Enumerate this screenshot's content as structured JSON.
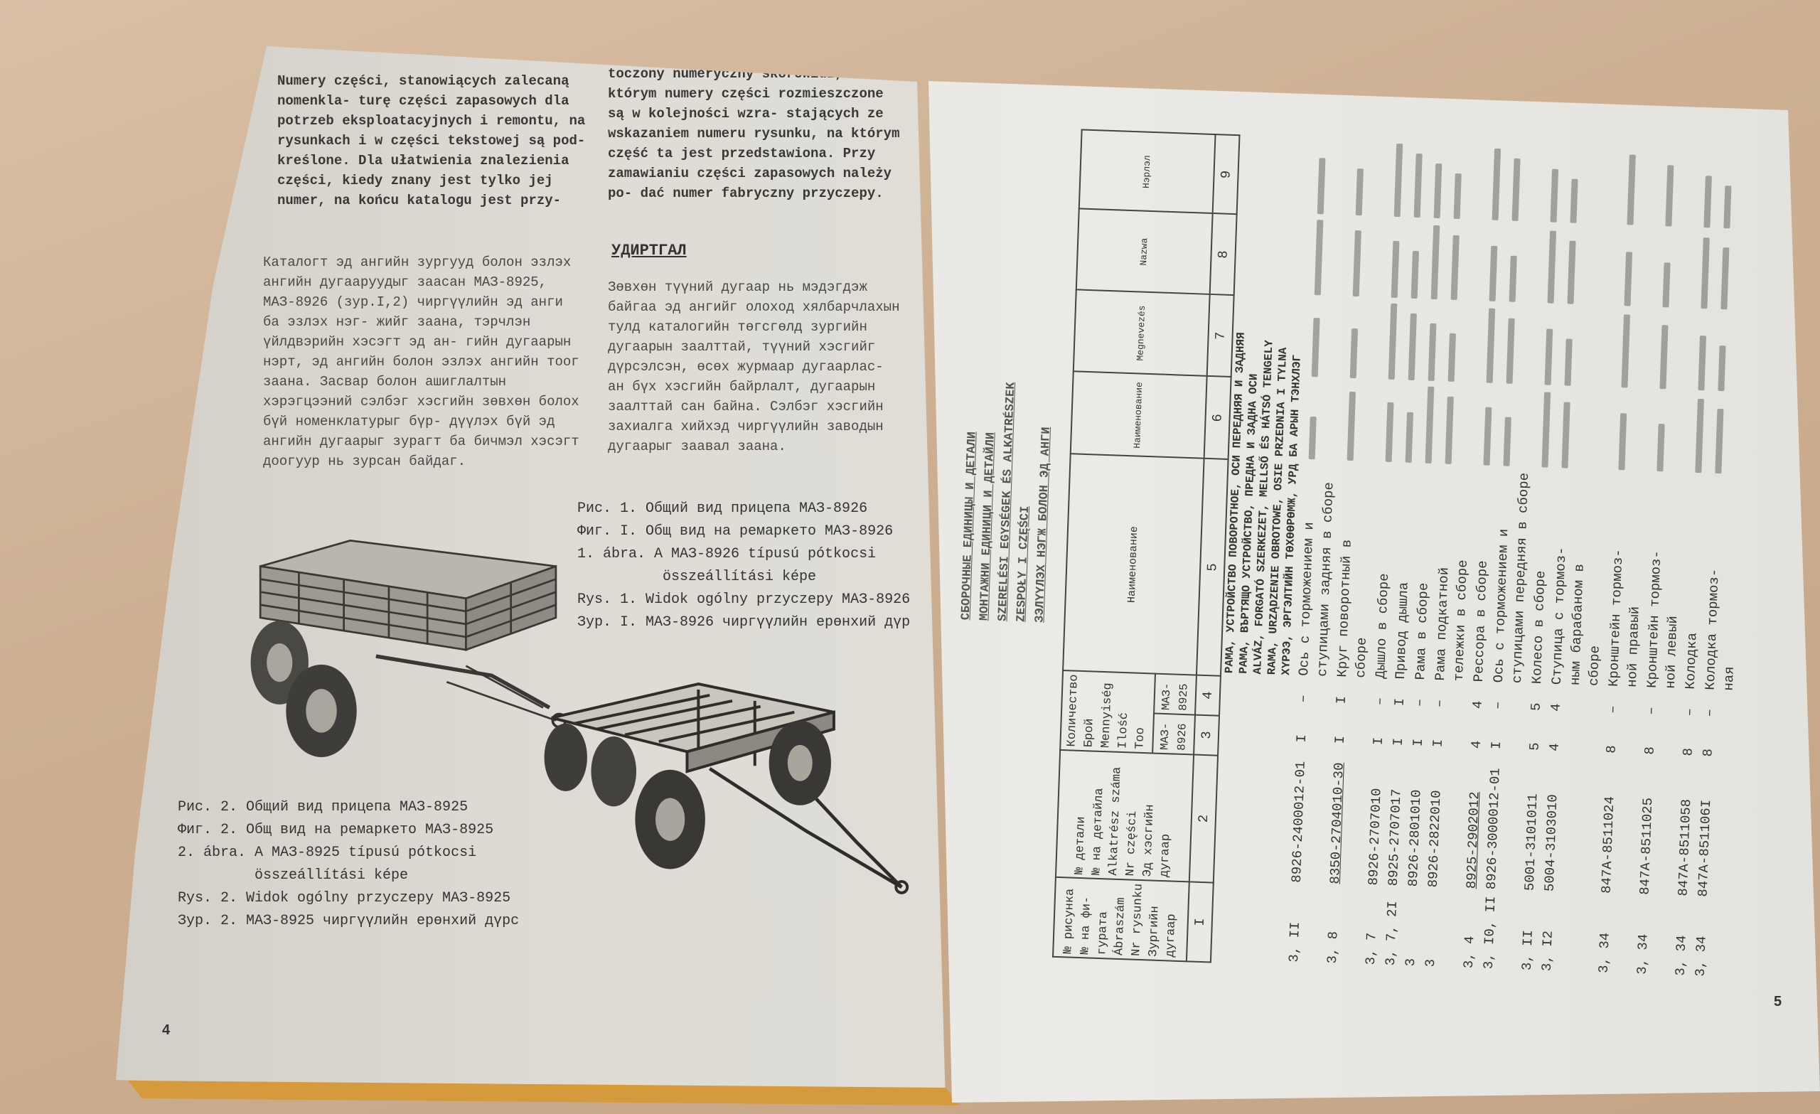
{
  "left_page": {
    "polish_left": "Numery części, stanowiących zalecaną nomenkla-\nturę części zapasowych dla potrzeb eksploatacyjnych\ni remontu, na rysunkach i w części tekstowej są pod-\nkreślone.\n   Dla ułatwienia znalezienia części, kiedy znany\njest tylko jej numer, na końcu katalogu jest przy-",
    "polish_right": "toczony numeryczny skorowidz, w którym numery\nczęści rozmieszczone są w kolejności wzra-\nstających ze wskazaniem numeru rysunku, na którym\nczęść ta jest przedstawiona.\n   Przy zamawianiu części zapasowych należy po-\ndać numer fabryczny przyczepy.",
    "heading": "УДИРТГАЛ",
    "mongolian_left": "   Каталогт эд ангийн зургууд болон эзлэх\nангийн дугааруудыг заасан МАЗ-8925, МАЗ-8926\n(зур.I,2) чиргүүлийн эд анги ба эзлэх нэг-\nжийг заана, тэрчлэн үйлдвэрийн хэсэгт эд ан-\nгийн дугаарын нэрт, эд ангийн болон эзлэх\nангийн тоог заана.\n   Засвар болон ашиглалтын хэрэгцээний сэлбэг\nхэсгийн зөвхөн болох бүй номенклатурыг бүр-\nдүүлэх бүй эд ангийн дугаарыг зурагт ба   бичмэл\nхэсэгт доогуур нь зурсан байдаг.",
    "mongolian_right": "   Зөвхөн түүний дугаар нь мэдэгдэж байгаа эд\nангийг олоход хялбарчлахын тулд каталогийн\nтөгсгөлд зургийн дугаарын заалттай, түүний\nхэсгийг дүрсэлсэн, өсөх журмаар дугаарлас-\nан бүх хэсгийн байрлалт, дугаарын заалттай\nсан байна.\n   Сэлбэг хэсгийн захиалга   хийхэд чиргүүлийн\nзаводын дугаарыг заавал заана.",
    "caption1": [
      "Рис. 1. Общий вид прицепа МАЗ-8926",
      "Фиг. I. Общ вид на ремаркето МАЗ-8926",
      "1. ábra. A МАЗ-8926 típusú pótkocsi",
      "          összeállítási képe",
      "Rys. 1. Widok ogólny przyczepy МАЗ-8926",
      "Зур. I. МАЗ-8926 чиргүүлийн ерөнхий дүр"
    ],
    "caption2": [
      "Рис. 2. Общий вид прицепа МАЗ-8925",
      "Фиг. 2. Общ вид на ремаркето МАЗ-8925",
      "2. ábra. A МАЗ-8925 típusú pótkocsi",
      "         összeállítási képe",
      "Rys. 2. Widok ogólny przyczepy МАЗ-8925",
      "Зур. 2. МАЗ-8925 чиргүүлийн ерөнхий дүрс"
    ],
    "page_number": "4"
  },
  "right_page": {
    "titles": [
      "СБОРОЧНЫЕ ЕДИНИЦЫ И ДЕТАЛИ",
      "МОНТАЖНИ ЕДИНИЦИ И ДЕТАЙЛИ",
      "SZERELÉSI EGYSÉGEK ÉS ALKATRÉSZEK",
      "ZESPOŁY I CZĘŚCI",
      "ЗЭЛҮҮЛЭХ НЭГЖ БОЛОН ЭД АНГИ"
    ],
    "headers": {
      "fig_no": "№ рисунка\n№ на фи-\nгурата\nÁbraszám\nNr rysunku\nЗургийн\nдугаар",
      "part_no": "№ детали\n№ на детайла\nAlkatrész száma\nNr części\nЭд хэсгийн\nдугаар",
      "quantity": "Количество",
      "quantity_sub": "Брой\nMennyiség\nIlość\nТоо",
      "maz8926": "МАЗ-\n8926",
      "maz8925": "МАЗ-\n8925",
      "name_ru": "Наименование",
      "name_bg": "Наименование",
      "name_hu": "Megnevezés",
      "name_pl": "Nazwa",
      "name_mn": "Нэрлэл",
      "col_numbers": [
        "I",
        "2",
        "3",
        "4",
        "5",
        "6",
        "7",
        "8",
        "9"
      ]
    },
    "section_header": "РАМА, УСТРОЙСТВО ПОВОРОТНОЕ, ОСИ ПЕРЕДНЯЯ И ЗАДНЯЯ\nРАМА, ВЪРТЯЩО УСТРОЙСТВО, ПРЕДНА И ЗАДНА ОСИ\nALVÁZ, FORGATÓ SZERKEZET, MELLSŐ ÉS HÁTSÓ TENGELY\nRAMA, URZĄDZENIE OBROTOWE, OSIE PRZEDNIA I TYLNA\nХҮРЭЭ, ЭРГЭЛТИЙН ТӨХӨӨРӨМЖ, УРД БА АРЫН ТЭНХЛЭГ",
    "rows": [
      {
        "fig": "3, II",
        "part": "8926-2400012-01",
        "q26": "I",
        "q25": "–",
        "name": "Ось с торможением и\nступицами задняя в сборе"
      },
      {
        "fig": "3, 8",
        "part": "8350-2704010-30",
        "q26": "I",
        "q25": "I",
        "name": "Круг поворотный в\nсборе"
      },
      {
        "fig": "3, 7",
        "part": "8926-2707010",
        "q26": "I",
        "q25": "–",
        "name": "Дышло в сборе"
      },
      {
        "fig": "3, 7, 2I",
        "part": "8925-2707017",
        "q26": "I",
        "q25": "I",
        "name": "Привод дышла"
      },
      {
        "fig": "3",
        "part": "8926-2801010",
        "q26": "I",
        "q25": "–",
        "name": "Рама в сборе"
      },
      {
        "fig": "3",
        "part": "8926-2822010",
        "q26": "I",
        "q25": "–",
        "name": "Рама подкатной\nтележки в сборе"
      },
      {
        "fig": "3, 4",
        "part": "8925-2902012",
        "q26": "4",
        "q25": "4",
        "name": "Рессора в сборе"
      },
      {
        "fig": "3, I0, II",
        "part": "8926-3000012-01",
        "q26": "I",
        "q25": "–",
        "name": "Ось с торможением и\nступицами передняя в сборе"
      },
      {
        "fig": "3, II",
        "part": "5001-3101011",
        "q26": "5",
        "q25": "5",
        "name": "Колесо в сборе"
      },
      {
        "fig": "3, I2",
        "part": "5004-3103010",
        "q26": "4",
        "q25": "4",
        "name": "Ступица с тормоз-\nным барабаном в\nсборе"
      },
      {
        "fig": "3, 34",
        "part": "847A-8511024",
        "q26": "8",
        "q25": "–",
        "name": "Кронштейн тормоз-\nной правый"
      },
      {
        "fig": "3, 34",
        "part": "847A-8511025",
        "q26": "8",
        "q25": "–",
        "name": "Кронштейн тормоз-\nной левый"
      },
      {
        "fig": "3, 34",
        "part": "847A-8511058",
        "q26": "8",
        "q25": "–",
        "name": "Колодка"
      },
      {
        "fig": "3, 34",
        "part": "847A-851106I",
        "q26": "8",
        "q25": "–",
        "name": "Колодка тормоз-\nная"
      }
    ],
    "page_number": "5"
  }
}
